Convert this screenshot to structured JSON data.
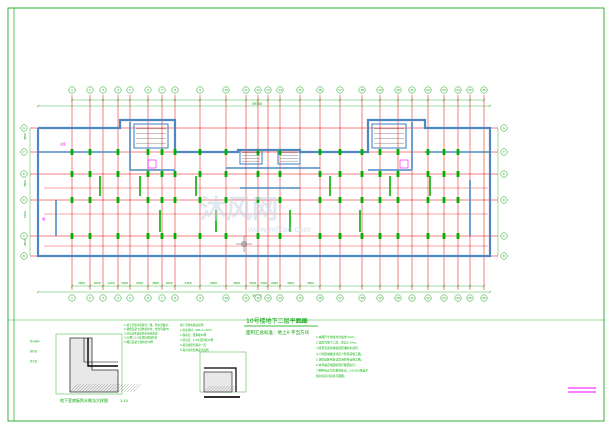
{
  "colors": {
    "paper": "#ffffff",
    "frame": "#00a000",
    "axis_red": "#e00000",
    "wall_blue": "#4f88c0",
    "column_green": "#00b000",
    "dim_green": "#00a000",
    "note_green": "#00b000",
    "hatch": "#404040",
    "magenta": "#ff00ff",
    "watermark": "#c8d6e6"
  },
  "drawing": {
    "title": "10号楼地下二层平面图",
    "scale": "1:100",
    "subtitle": "面积汇总标准：地上A 字当方块",
    "detail_left_title": "地下室底板防水做法大样图",
    "detail_left_scale": "1:10",
    "watermark": "沐风网",
    "watermark_url": "www.mfcad.com",
    "axes_letters": [
      "A",
      "B",
      "C",
      "D",
      "E",
      "F",
      "G"
    ],
    "axes_top_numbers": [
      "1",
      "2",
      "3",
      "4",
      "5",
      "6",
      "7",
      "8",
      "9",
      "10",
      "11",
      "12",
      "13",
      "14",
      "15",
      "16",
      "17",
      "18",
      "19",
      "20",
      "21",
      "22",
      "23",
      "24",
      "25",
      "26",
      "27"
    ],
    "top_total_dim": "59300",
    "bottom_total_dim": "59300",
    "left_dims": [
      "4500",
      "3800",
      "5200",
      "4100"
    ],
    "bottom_dims": [
      "3600",
      "3600",
      "2400",
      "3300",
      "2400",
      "3600",
      "2600",
      "3300",
      "2600",
      "3600",
      "2400",
      "3300",
      "2400",
      "3600",
      "3600"
    ]
  },
  "notes": {
    "left_block": [
      "1.地下室防水等级为一级，防水层做法：",
      "2.钢筋混凝土结构自防水，抗渗等级P8",
      "3.SBS改性沥青防水卷材两道",
      "4.20厚1:2.5水泥砂浆保护层",
      "5.细石混凝土保护层50厚"
    ],
    "mid_block": [
      "地下室防水做法说明",
      "1.防水卷材：SBS 4+3mm",
      "2.保护层：聚苯板50厚",
      "3.找平层：1:3水泥砂浆20厚",
      "4.基层处理剂满涂一道",
      "5.其余详见结构设计说明"
    ],
    "right_block": [
      "1.本图尺寸单位均为毫米(mm)。",
      "2.本层为地下二层，层高3.30m。",
      "3.所有管道穿墙处需预埋防水套管。",
      "4.人防区域做法详见人防专项施工图。",
      "5.消防设施布置详见消防专业施工图。",
      "6.未尽事宜按国家现行规范执行。",
      "7.图中标高均为相对标高，±0.000相当于",
      "  绝对标高详见总平面图。"
    ]
  }
}
